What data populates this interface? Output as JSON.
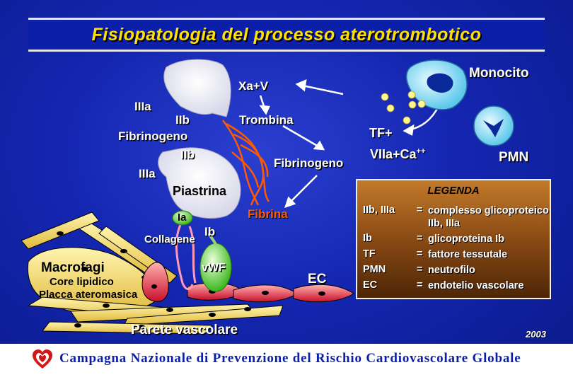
{
  "title": "Fisiopatologia del processo aterotrombotico",
  "labels": {
    "xa_v": "Xa+V",
    "monocito": "Monocito",
    "iiia_top": "IIIa",
    "iib_top": "IIb",
    "trombina": "Trombina",
    "fibrinogeno_left": "Fibrinogeno",
    "iib_bottom": "IIb",
    "iiia_bottom": "IIIa",
    "piastrina": "Piastrina",
    "fibrinogeno_right": "Fibrinogeno",
    "fibrina": "Fibrina",
    "tf": "TF+",
    "viia_ca": "VIIa+Ca",
    "ca_sup": "++",
    "pmn": "PMN",
    "ia": "Ia",
    "ib": "Ib",
    "collagene": "Collagene",
    "vwf": "vWF",
    "macrofagi": "Macrofagi",
    "core_lipidico": "Core lipidico",
    "placca": "Placca ateromasica",
    "ec": "EC",
    "parete": "Parete vascolare"
  },
  "legend": {
    "title": "LEGENDA",
    "rows": [
      {
        "key": "IIb, IIIa",
        "eq": "=",
        "value": "complesso glicoproteico IIb, IIIa"
      },
      {
        "key": "Ib",
        "eq": "=",
        "value": "glicoproteina Ib"
      },
      {
        "key": "TF",
        "eq": "=",
        "value": "fattore tessutale"
      },
      {
        "key": "PMN",
        "eq": "=",
        "value": "neutrofilo"
      },
      {
        "key": "EC",
        "eq": "=",
        "value": "endotelio vascolare"
      }
    ]
  },
  "year": "2003",
  "footer": {
    "logo": "heart-logo",
    "text": "Campagna Nazionale di Prevenzione del Rischio Cardiovascolare Globale"
  },
  "colors": {
    "title": "#ffe000",
    "background": "#1426b0",
    "fibrina": "#ff5a00",
    "vwf": "#66dd44",
    "monocyte": "#9ee8ff"
  }
}
